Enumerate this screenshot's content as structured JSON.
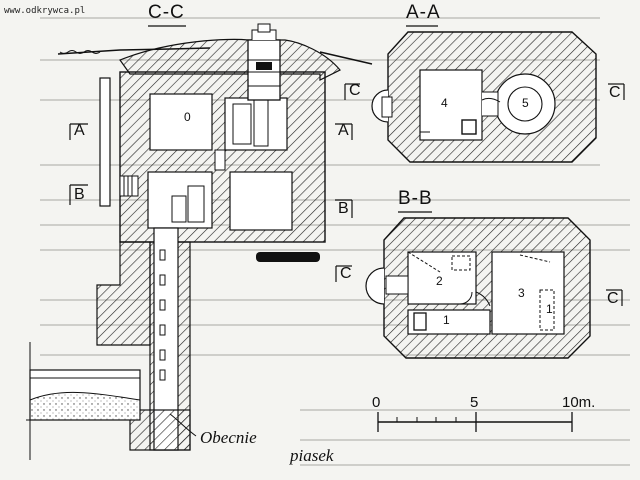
{
  "watermark": "www.odkrywca.pl",
  "sections": {
    "cc": "C-C",
    "aa": "A-A",
    "bb": "B-B"
  },
  "cut_markers": {
    "a": "A",
    "b": "B",
    "c": "C"
  },
  "rooms": {
    "r0": "0",
    "r1": "1",
    "r2": "2",
    "r3": "3",
    "r4": "4",
    "r5": "5"
  },
  "annotation": {
    "line1": "Obecnie",
    "line2": "piasek"
  },
  "scale": {
    "zero": "0",
    "five": "5",
    "ten": "10m."
  },
  "colors": {
    "ink": "#111111",
    "paper": "#f4f4f1"
  }
}
